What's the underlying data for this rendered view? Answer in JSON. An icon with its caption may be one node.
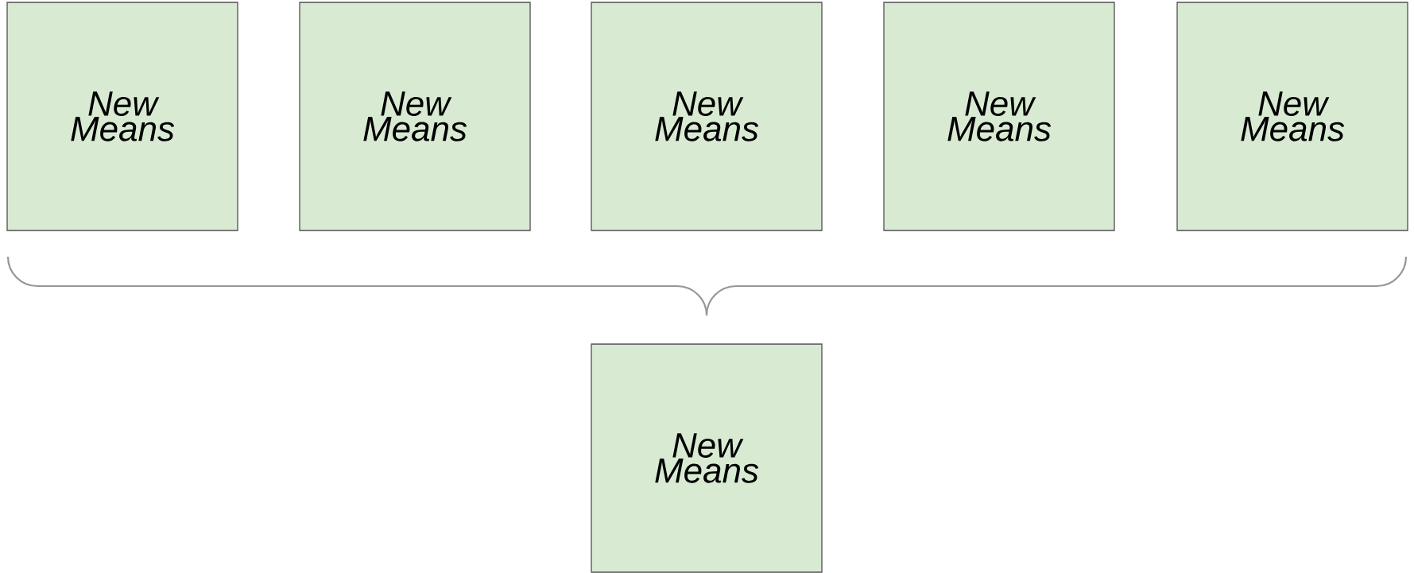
{
  "diagram": {
    "nodes": [
      {
        "text": [
          "New Means"
        ]
      },
      {
        "text": [
          "New Means"
        ]
      },
      {
        "text": [
          "New Means"
        ]
      },
      {
        "text": [
          "New Means"
        ]
      },
      {
        "text": [
          "New Means"
        ]
      },
      {
        "text": [
          "New Means"
        ]
      }
    ]
  }
}
